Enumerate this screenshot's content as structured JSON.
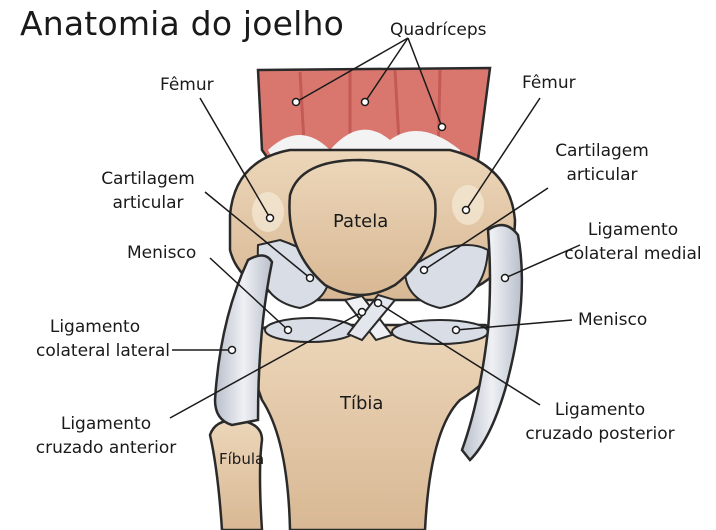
{
  "title": "Anatomia do joelho",
  "labels": {
    "quadriceps": "Quadríceps",
    "femur_left": "Fêmur",
    "femur_right": "Fêmur",
    "cartilage_left": [
      "Cartilagem",
      "articular"
    ],
    "cartilage_right": [
      "Cartilagem",
      "articular"
    ],
    "meniscus_left": "Menisco",
    "meniscus_right": "Menisco",
    "lateral_collateral": [
      "Ligamento",
      "colateral lateral"
    ],
    "medial_collateral": [
      "Ligamento",
      "colateral medial"
    ],
    "anterior_cruciate": [
      "Ligamento",
      "cruzado anterior"
    ],
    "posterior_cruciate": [
      "Ligamento",
      "cruzado posterior"
    ],
    "patella": "Patela",
    "tibia": "Tíbia",
    "fibula": "Fíbula"
  },
  "colors": {
    "muscle": "#d9776f",
    "muscle_dark": "#b94f4a",
    "bone": "#e8cfb0",
    "bone_dark": "#cfae8a",
    "cartilage": "#d9dde6",
    "outline": "#2a2a2a",
    "tendon": "#f3f3f3"
  }
}
